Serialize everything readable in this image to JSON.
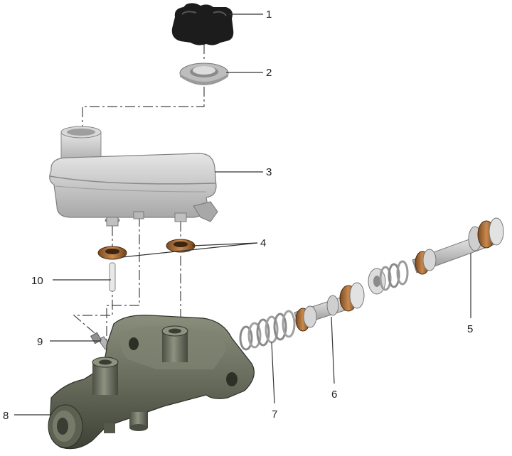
{
  "callouts": {
    "c1": "1",
    "c2": "2",
    "c3": "3",
    "c4": "4",
    "c5": "5",
    "c6": "6",
    "c7": "7",
    "c8": "8",
    "c9": "9",
    "c10": "10"
  },
  "colors": {
    "cap": "#1c1c1c",
    "reservoir": "#cfcfcf",
    "reservoir_shade": "#a9a9a9",
    "body_metal": "#6b6f60",
    "body_dark": "#3f4238",
    "seal": "#b0703a",
    "spring": "#9a9a9a",
    "piston": "#c8c8c8"
  },
  "parts_icons": [
    "cap-icon",
    "strainer-icon",
    "reservoir-icon",
    "grommet-icon",
    "secondary-piston-icon",
    "primary-piston-icon",
    "spring-icon",
    "master-cylinder-body-icon",
    "bleed-screw-icon",
    "pin-icon"
  ]
}
